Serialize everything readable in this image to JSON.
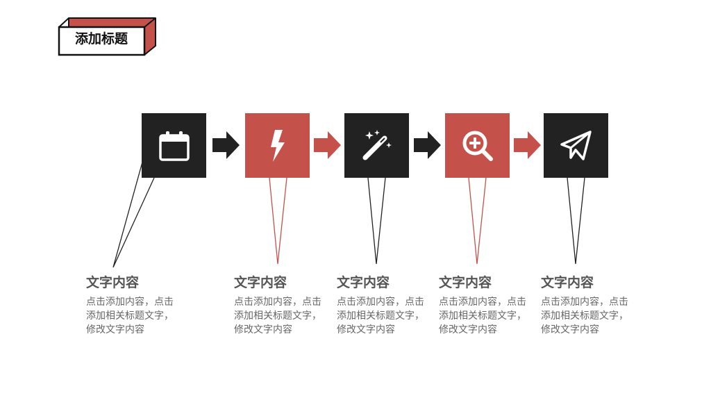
{
  "title": "添加标题",
  "colors": {
    "dark": "#222222",
    "accent": "#c5514b",
    "text": "#555555"
  },
  "steps": [
    {
      "icon": "calendar-icon",
      "style": "dark",
      "heading": "文字内容",
      "body_lines": [
        "点击添加内容，点击",
        "添加相关标题文字，",
        "修改文字内容"
      ]
    },
    {
      "icon": "lightning-icon",
      "style": "red",
      "heading": "文字内容",
      "body_lines": [
        "点击添加内容，点击",
        "添加相关标题文字，",
        "修改文字内容"
      ]
    },
    {
      "icon": "magic-wand-icon",
      "style": "dark",
      "heading": "文字内容",
      "body_lines": [
        "点击添加内容，点击",
        "添加相关标题文字，",
        "修改文字内容"
      ]
    },
    {
      "icon": "zoom-in-icon",
      "style": "red",
      "heading": "文字内容",
      "body_lines": [
        "点击添加内容，点击",
        "添加相关标题文字，",
        "修改文字内容"
      ]
    },
    {
      "icon": "paper-plane-icon",
      "style": "dark",
      "heading": "文字内容",
      "body_lines": [
        "点击添加内容，点击",
        "添加相关标题文字，",
        "修改文字内容"
      ]
    }
  ],
  "arrows": [
    "dark",
    "red",
    "dark",
    "red"
  ]
}
